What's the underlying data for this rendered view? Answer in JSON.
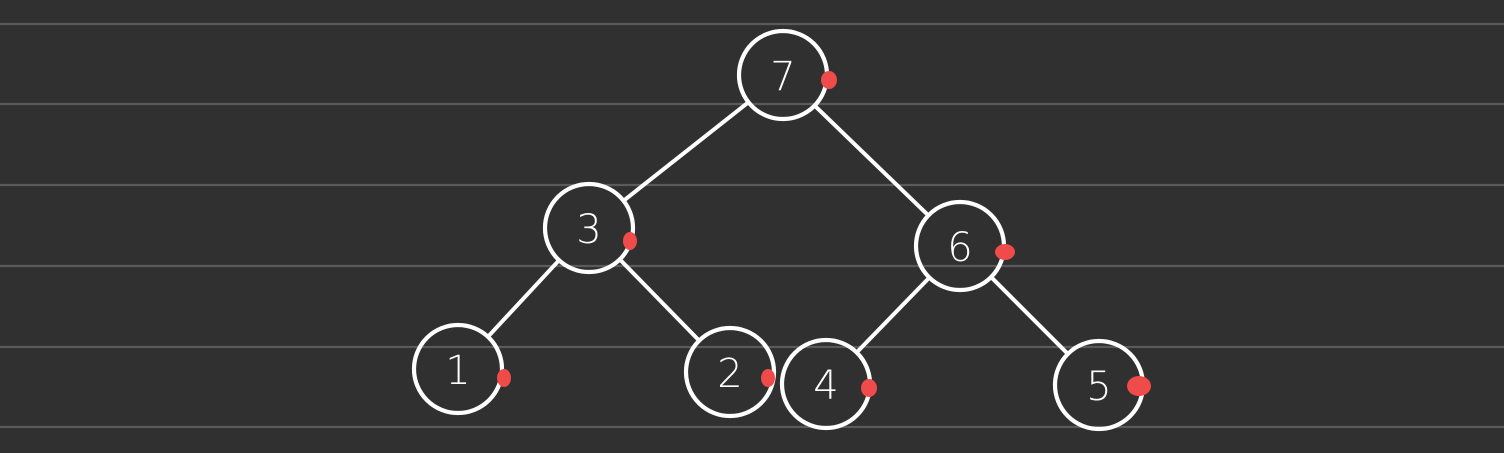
{
  "diagram": {
    "background_color": "#303030",
    "line_color": "#5a5a5a",
    "stroke_color": "#ffffff",
    "mark_color": "#ef4b4b",
    "nodes": [
      {
        "id": "n7",
        "label": "7"
      },
      {
        "id": "n3",
        "label": "3"
      },
      {
        "id": "n6",
        "label": "6"
      },
      {
        "id": "n1",
        "label": "1"
      },
      {
        "id": "n2",
        "label": "2"
      },
      {
        "id": "n4",
        "label": "4"
      },
      {
        "id": "n5",
        "label": "5"
      }
    ],
    "edges": [
      {
        "from": "n7",
        "to": "n3"
      },
      {
        "from": "n7",
        "to": "n6"
      },
      {
        "from": "n3",
        "to": "n1"
      },
      {
        "from": "n3",
        "to": "n2"
      },
      {
        "from": "n6",
        "to": "n4"
      },
      {
        "from": "n6",
        "to": "n5"
      }
    ]
  }
}
